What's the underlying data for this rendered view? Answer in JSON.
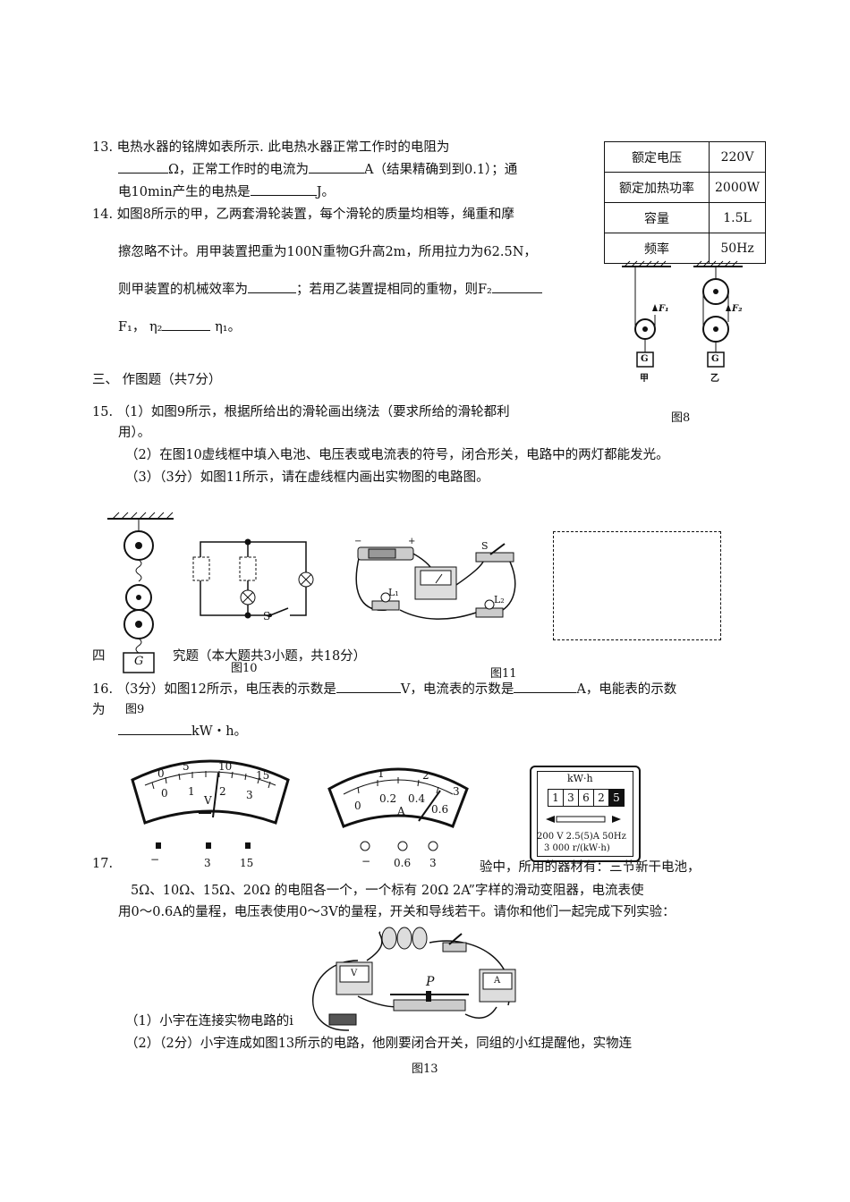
{
  "q13": {
    "line1": "13. 电热水器的铭牌如表所示. 此电热水器正常工作时的电阻为",
    "line2a": "Ω，正常工作时的电流为",
    "line2b": "A（结果精确到到0.1）；通",
    "line3a": "电10min产生的电热是",
    "line3b": "J。"
  },
  "spec_table": {
    "rows": [
      {
        "label": "额定电压",
        "value": "220V"
      },
      {
        "label": "额定加热功率",
        "value": "2000W"
      },
      {
        "label": "容量",
        "value": "1.5L"
      },
      {
        "label": "频率",
        "value": "50Hz"
      }
    ]
  },
  "q14": {
    "line1": "14. 如图8所示的甲，乙两套滑轮装置，每个滑轮的质量均相等，绳重和摩",
    "line2": "擦忽略不计。用甲装置把重为100N重物G升高2m，所用拉力为62.5N，",
    "line3a": "则甲装置的机械效率为",
    "line3b": "；若用乙装置提相同的重物，则F₂",
    "line4a": "F₁，",
    "line4b": "η₂",
    "line4c": "η₁。"
  },
  "fig8": {
    "caption": "图8",
    "label_jia": "甲",
    "label_yi": "乙",
    "f1": "F₁",
    "f2": "F₂",
    "g": "G"
  },
  "section3": "三、 作图题（共7分）",
  "q15": {
    "line1": "15. （1）如图9所示，根据所给出的滑轮画出绕法（要求所给的滑轮都利",
    "line1b": "用）。",
    "line2": "（2）在图10虚线框中填入电池、电压表或电流表的符号，闭合形关，电路中的两灯都能发光。",
    "line3": "（3）（3分）如图11所示，请在虚线框内画出实物图的电路图。"
  },
  "fig9": {
    "caption": "图9",
    "g": "G"
  },
  "fig10": {
    "caption": "图10",
    "s": "S"
  },
  "fig11": {
    "caption": "图11",
    "l1": "L₁",
    "l2": "L₂",
    "s": "S"
  },
  "section4": {
    "a": "四",
    "b": "究题（本大题共3小题，共18分）"
  },
  "q16": {
    "line1a": "16. （3分）如图12所示，电压表的示数是",
    "line1b": "V，电流表的示数是",
    "line1c": "A，电能表的示数",
    "line1d": "为",
    "line2": "kW・h。"
  },
  "voltmeter": {
    "scale_top": [
      "0",
      "5",
      "10",
      "15"
    ],
    "scale_bottom": [
      "0",
      "1",
      "2",
      "3"
    ],
    "unit": "V",
    "terminals": [
      "−",
      "3",
      "15"
    ]
  },
  "ammeter": {
    "scale_top": [
      "1",
      "2",
      "3"
    ],
    "scale_bottom": [
      "0",
      "0.2",
      "0.4",
      "0.6"
    ],
    "unit": "A",
    "terminals": [
      "−",
      "0.6",
      "3"
    ]
  },
  "energy_meter": {
    "unit": "kW·h",
    "digits": [
      "1",
      "3",
      "6",
      "2",
      "5"
    ],
    "rating": "200 V 2.5(5)A 50Hz",
    "rev": "3 000 r/(kW·h)"
  },
  "q17": {
    "num": "17.",
    "line1": "验中，所用的器材有：三节新干电池，",
    "line2": "5Ω、10Ω、15Ω、20Ω  的电阻各一个，一个标有  20Ω  2A”字样的滑动变阻器，电流表使",
    "line3": "用0～0.6A的量程，电压表使用0～3V的量程，开关和导线若干。请你和他们一起完成下列实验：",
    "sub1": "（1）小宇在连接实物电路的i",
    "sub2": "（2）（2分）小宇连成如图13所示的电路，他刚要闭合开关，同组的小红提醒他，实物连"
  },
  "fig13": {
    "caption": "图13",
    "p": "P",
    "v": "V",
    "a": "A"
  }
}
